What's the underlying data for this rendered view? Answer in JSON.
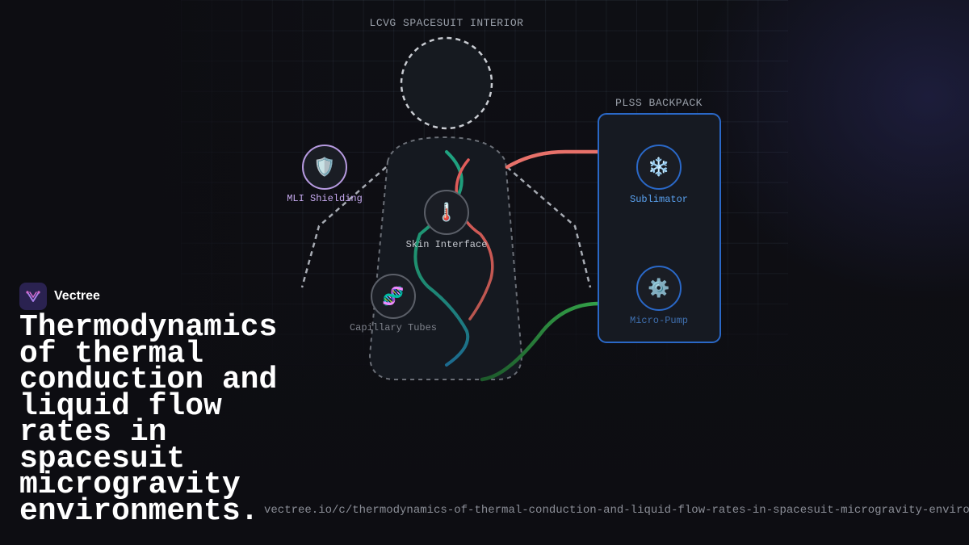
{
  "diagram": {
    "zone_suit_title": "LCVG SPACESUIT INTERIOR",
    "zone_plss_title": "PLSS BACKPACK",
    "nodes": {
      "mli": {
        "label": "MLI Shielding",
        "icon": "shield-icon",
        "glyph": "🛡️"
      },
      "skin": {
        "label": "Skin Interface",
        "icon": "thermometer-icon",
        "glyph": "🌡️"
      },
      "capillary": {
        "label": "Capillary Tubes",
        "icon": "dna-icon",
        "glyph": "🧬"
      },
      "sublimator": {
        "label": "Sublimator",
        "icon": "snowflake-icon",
        "glyph": "❄️"
      },
      "pump": {
        "label": "Micro-Pump",
        "icon": "gear-icon",
        "glyph": "⚙️"
      }
    },
    "colors": {
      "hot_line": "#e8716a",
      "cold_line": "#23a36b",
      "return_line": "#2f8f3f",
      "plss_border": "#2a68c7",
      "mli_accent": "#b69ae0",
      "label_blue": "#5aa2f0"
    }
  },
  "brand": {
    "name": "Vectree"
  },
  "headline": "Thermodynamics of thermal conduction and liquid flow rates in spacesuit microgravity environments.",
  "url": "vectree.io/c/thermodynamics-of-thermal-conduction-and-liquid-flow-rates-in-spacesuit-microgravity-environments"
}
